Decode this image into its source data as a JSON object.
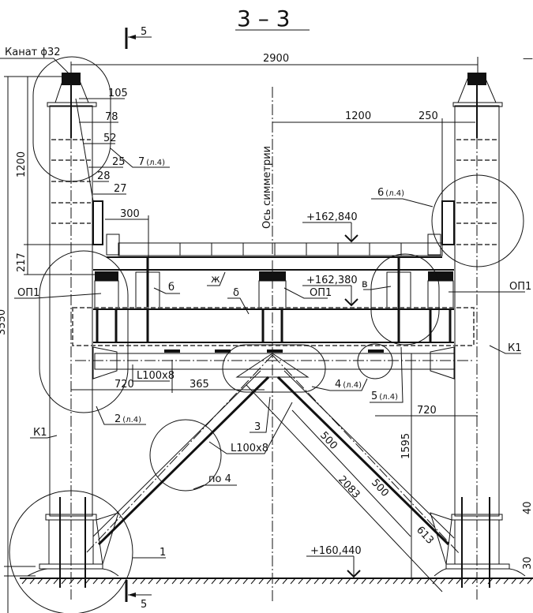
{
  "title": "3 – 3",
  "section_marks": {
    "top": "5",
    "bottom": "5"
  },
  "rope_label": "Канат ϕ32",
  "symmetry_axis": "Ось симметрии",
  "dimensions": {
    "overall_width": "2900",
    "half_span": "1200",
    "offset_250": "250",
    "left_height_1200": "1200",
    "left_217": "217",
    "left_total": "3550",
    "d105": "105",
    "d78": "78",
    "d52": "52",
    "d25": "25",
    "d28": "28",
    "d27": "27",
    "d300": "300",
    "left_720": "720",
    "d365": "365",
    "right_720": "720",
    "d1595": "1595",
    "brace_500_a": "500",
    "brace_500_b": "500",
    "brace_2083": "2083",
    "brace_613": "613",
    "right_40": "40",
    "right_30": "30"
  },
  "elevations": {
    "deck": "+162,840",
    "beam": "+162,380",
    "ground": "+160,440"
  },
  "callouts": {
    "c7": "7",
    "c7_sheet": "(л.4)",
    "c6": "6",
    "c6_sheet": "(л.4)",
    "c2": "2",
    "c2_sheet": "(л.4)",
    "c4": "4",
    "c4_sheet": "(л.4)",
    "c5": "5",
    "c5_sheet": "(л.4)",
    "c3": "3",
    "c1": "1",
    "po4": "по 4"
  },
  "labels": {
    "op1_left": "ОП1",
    "op1_center": "ОП1",
    "op1_right": "ОП1",
    "k1_left": "К1",
    "k1_right": "К1",
    "angle_1": "L100x8",
    "angle_2": "L100x8",
    "b": "б",
    "v": "в",
    "zh": "ж",
    "d": "δ"
  }
}
